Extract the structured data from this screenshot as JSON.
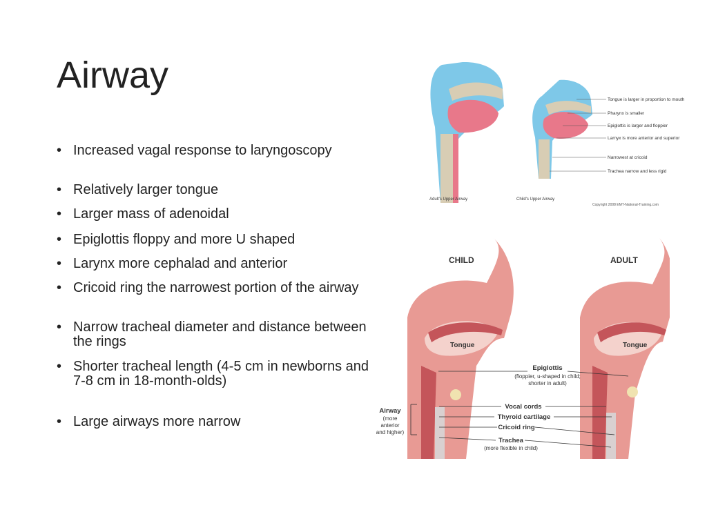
{
  "slide": {
    "title": "Airway",
    "bullet_char": "•",
    "bullets": [
      "Increased vagal response to laryngoscopy",
      "Relatively larger tongue",
      "Larger mass of adenoidal",
      "Epiglottis floppy and more U shaped",
      "Larynx more cephalad and anterior",
      "Cricoid ring the narrowest portion of the airway",
      "Narrow tracheal diameter and distance between the rings",
      "Shorter tracheal length (4-5 cm in newborns and 7-8 cm in 18-month-olds)",
      "Large airways more narrow"
    ]
  },
  "figure_top": {
    "adult_caption": "Adult's Upper Airway",
    "child_caption": "Child's Upper Airway",
    "labels": [
      "Tongue is larger in proportion to mouth",
      "Pharynx is smaller",
      "Epiglottis is larger and floppier",
      "Larnyx is more anterior and superior",
      "Narrowest at cricoid",
      "Trachea narrow and less rigid"
    ],
    "copyright": "Copyright 2008 EMT-National-Training.com",
    "colors": {
      "airway_blue": "#7ec8e8",
      "tongue_pink": "#e8788a",
      "trachea_tan": "#d8cdb4"
    }
  },
  "figure_bottom": {
    "child_heading": "CHILD",
    "adult_heading": "ADULT",
    "tongue_child": "Tongue",
    "tongue_adult": "Tongue",
    "epiglottis": "Epiglottis",
    "epiglottis_note1": "(floppier, u-shaped in child;",
    "epiglottis_note2": "shorter in adult)",
    "vocal_cords": "Vocal cords",
    "thyroid_cartilage": "Thyroid cartilage",
    "cricoid_ring": "Cricoid ring",
    "trachea": "Trachea",
    "trachea_note": "(more flexible in child)",
    "airway": "Airway",
    "airway_note1": "(more",
    "airway_note2": "anterior",
    "airway_note3": "and higher)",
    "colors": {
      "tissue": "#e89a94",
      "dark": "#c4555a",
      "oral": "#f4d2cc"
    }
  }
}
